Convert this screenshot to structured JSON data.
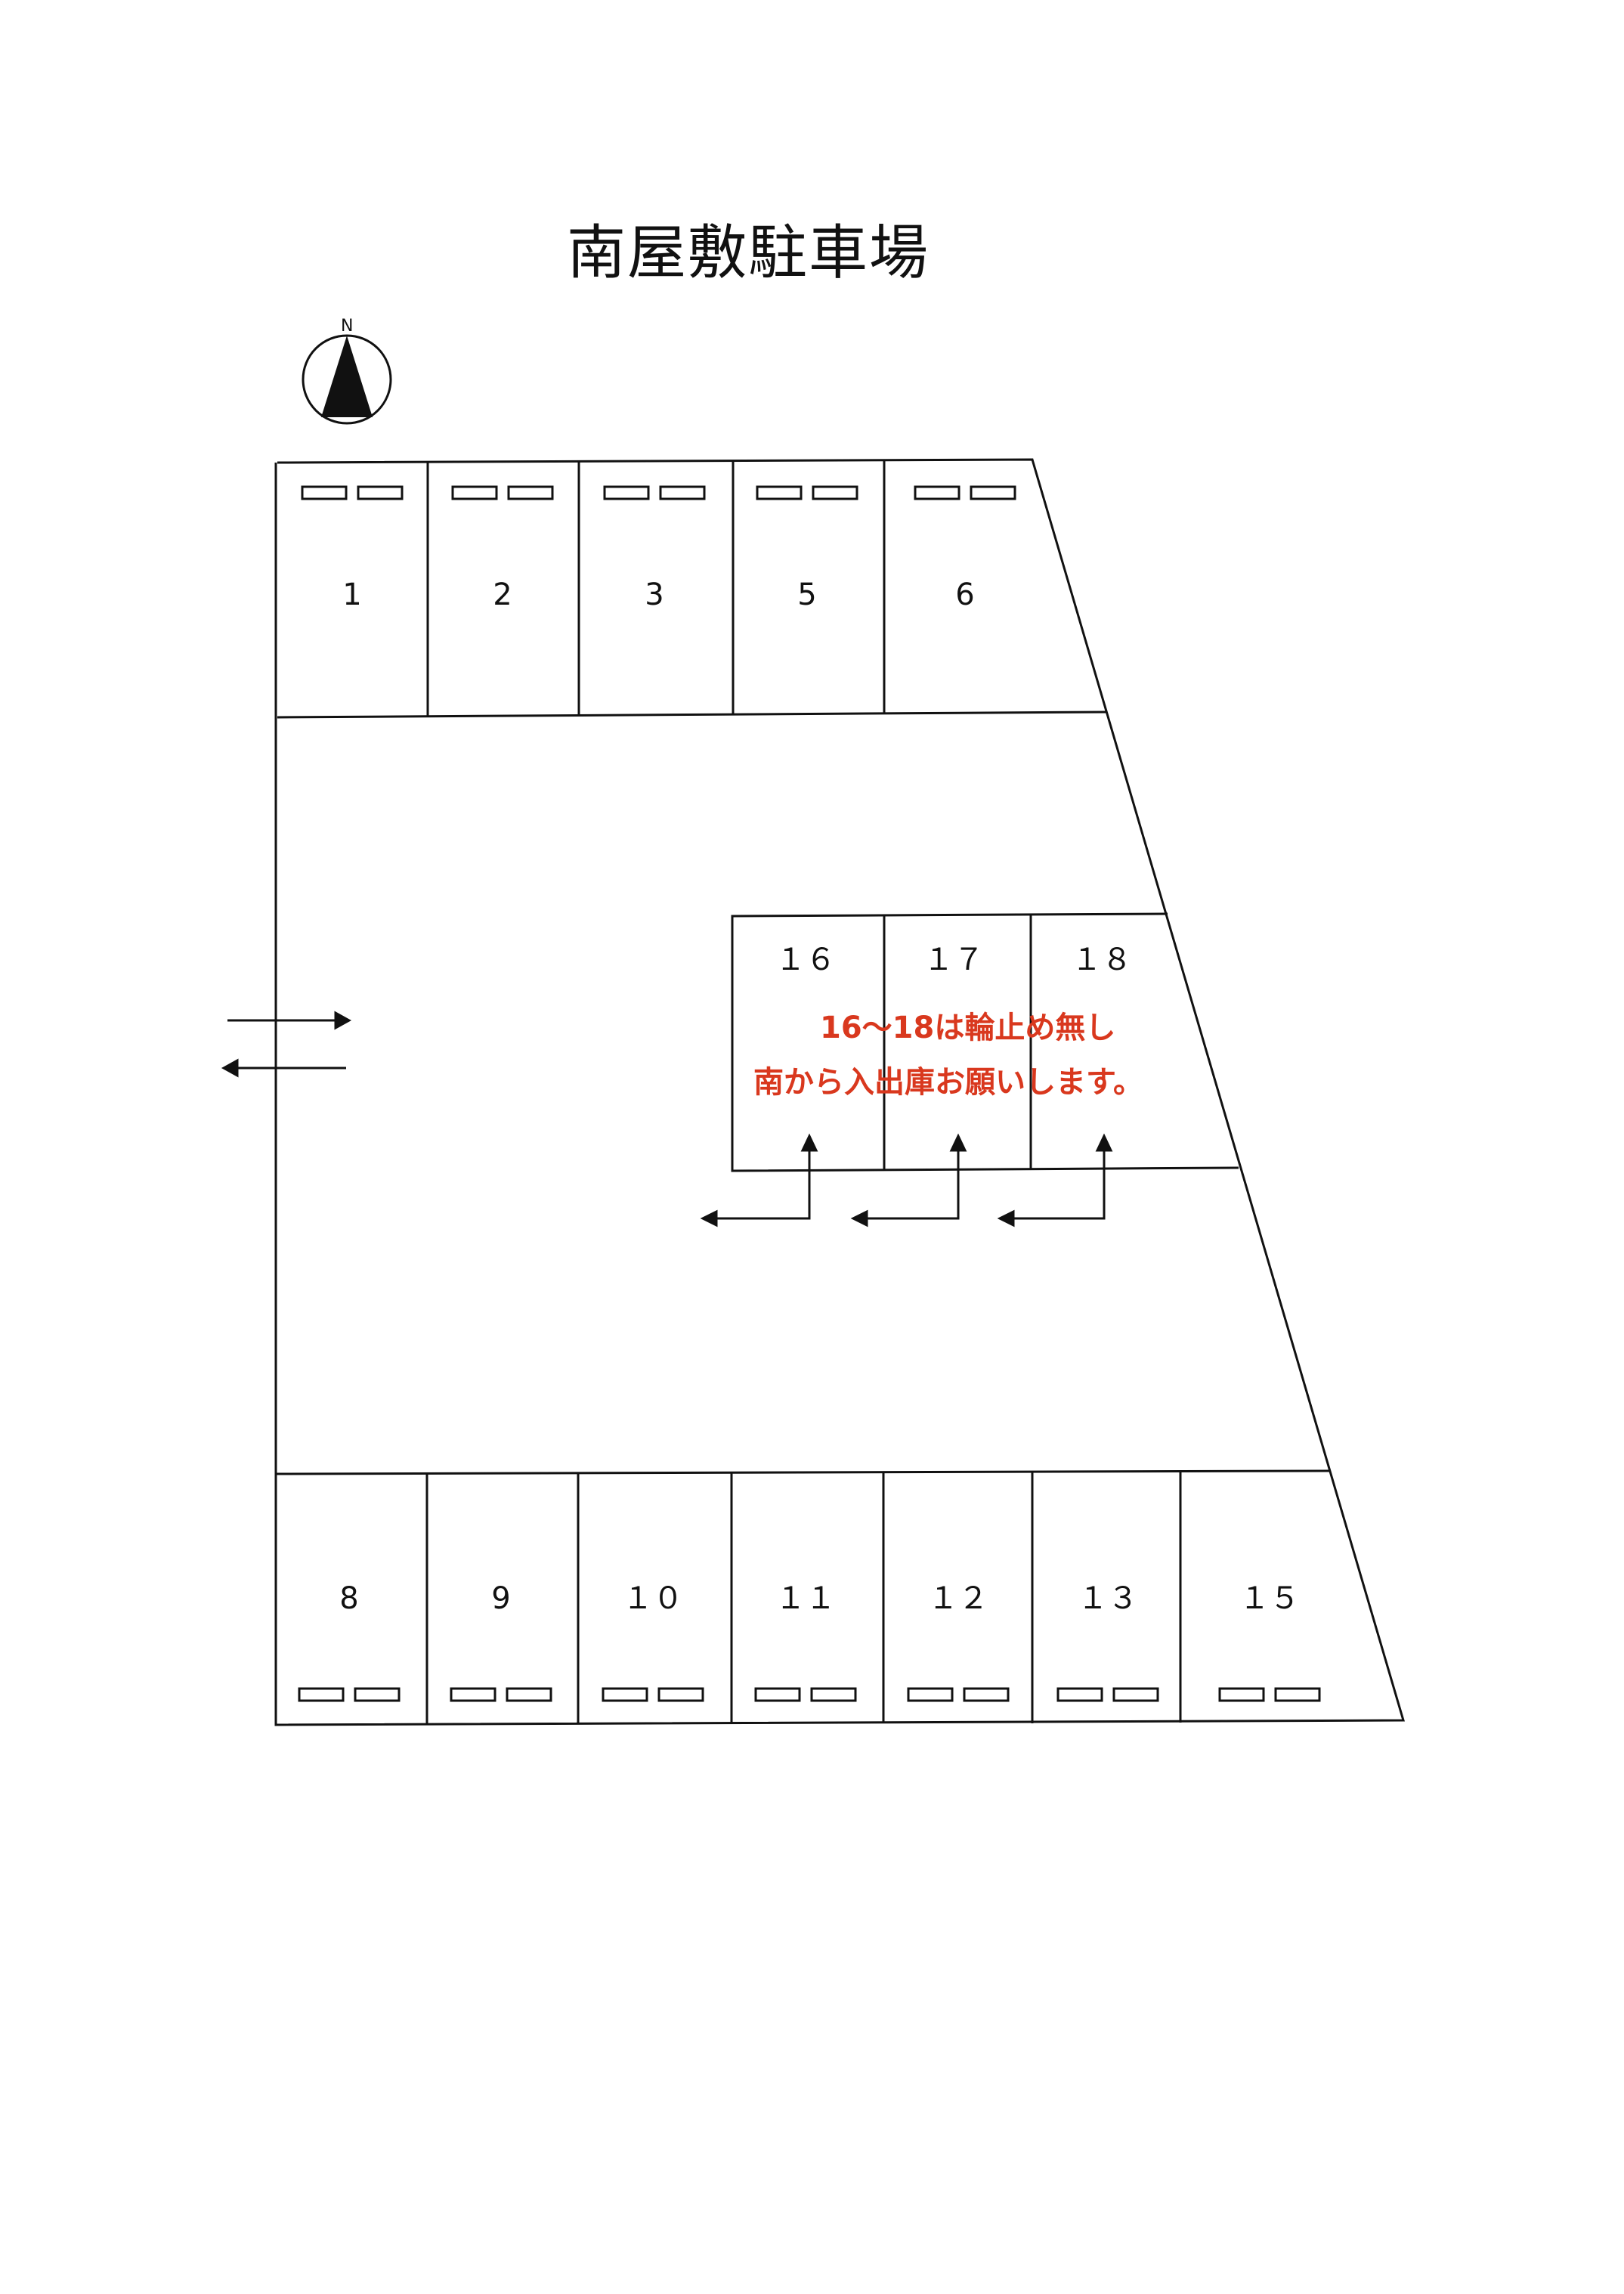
{
  "title": "南屋敷駐車場",
  "compass": {
    "label": "N"
  },
  "stalls": {
    "top": [
      "1",
      "2",
      "3",
      "5",
      "6"
    ],
    "middle": [
      "１６",
      "１７",
      "１８"
    ],
    "bottom": [
      "8",
      "9",
      "１０",
      "１１",
      "１２",
      "１３",
      "１５"
    ]
  },
  "note": {
    "line1": "16～18は輪止め無し",
    "line2": "南から入出庫お願いします。"
  },
  "colors": {
    "note": "#d9381e",
    "line": "#111111"
  }
}
